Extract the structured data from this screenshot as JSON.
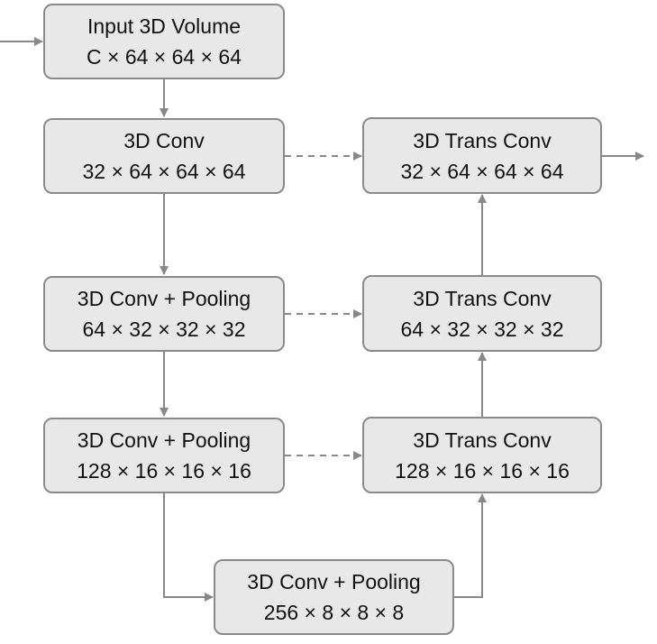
{
  "colors": {
    "node_fill": "#e8e8e8",
    "node_border": "#8a8a8a",
    "edge": "#888888",
    "text": "#111111"
  },
  "nodes": {
    "input": {
      "title": "Input 3D Volume",
      "shape": "C × 64 × 64 × 64"
    },
    "conv1": {
      "title": "3D Conv",
      "shape": "32 × 64 × 64 × 64"
    },
    "conv2": {
      "title": "3D Conv + Pooling",
      "shape": "64 × 32 × 32 × 32"
    },
    "conv3": {
      "title": "3D Conv + Pooling",
      "shape": "128 × 16 × 16 × 16"
    },
    "conv4": {
      "title": "3D Conv + Pooling",
      "shape": "256 × 8 × 8 × 8"
    },
    "trans3": {
      "title": "3D Trans Conv",
      "shape": "128 × 16 × 16 × 16"
    },
    "trans2": {
      "title": "3D Trans Conv",
      "shape": "64 × 32 × 32 × 32"
    },
    "trans1": {
      "title": "3D Trans Conv",
      "shape": "32 × 64 × 64 × 64"
    }
  },
  "edges": [
    {
      "from": "external",
      "to": "input",
      "style": "solid"
    },
    {
      "from": "input",
      "to": "conv1",
      "style": "solid"
    },
    {
      "from": "conv1",
      "to": "conv2",
      "style": "solid"
    },
    {
      "from": "conv2",
      "to": "conv3",
      "style": "solid"
    },
    {
      "from": "conv3",
      "to": "conv4",
      "style": "solid"
    },
    {
      "from": "conv4",
      "to": "trans3",
      "style": "solid"
    },
    {
      "from": "trans3",
      "to": "trans2",
      "style": "solid"
    },
    {
      "from": "trans2",
      "to": "trans1",
      "style": "solid"
    },
    {
      "from": "trans1",
      "to": "output",
      "style": "solid"
    },
    {
      "from": "conv1",
      "to": "trans1",
      "style": "dashed"
    },
    {
      "from": "conv2",
      "to": "trans2",
      "style": "dashed"
    },
    {
      "from": "conv3",
      "to": "trans3",
      "style": "dashed"
    }
  ]
}
